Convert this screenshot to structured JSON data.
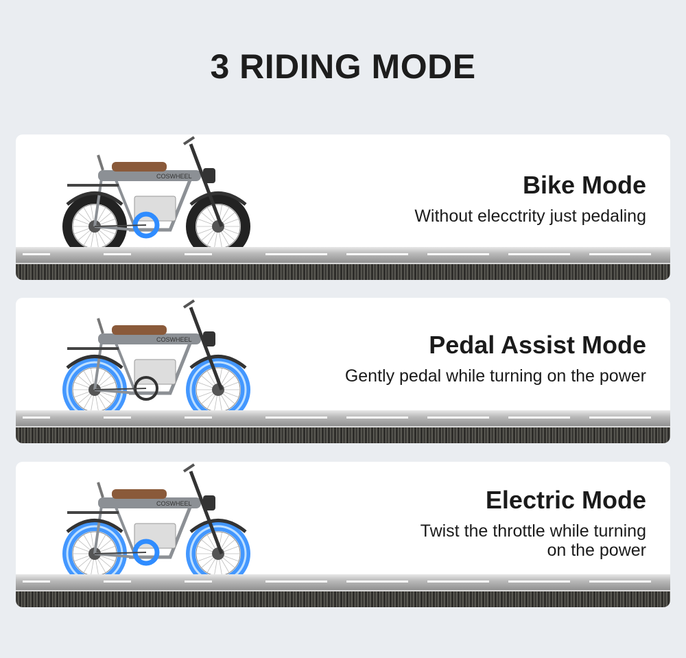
{
  "title": "3 RIDING MODE",
  "brand_logo": "COSWHEEL",
  "colors": {
    "glow": "#2f8cff",
    "seat": "#8a5a3a",
    "frame": "#8c9095",
    "background": "#eaedf1"
  },
  "modes": [
    {
      "name": "Bike Mode",
      "description": "Without elecctrity just pedaling",
      "highlight": "pedals"
    },
    {
      "name": "Pedal Assist Mode",
      "description": "Gently pedal while turning on the power",
      "highlight": "wheels"
    },
    {
      "name": "Electric Mode",
      "description": "Twist the throttle while turning",
      "description_line2": "on the power",
      "highlight": "wheels-and-pedals"
    }
  ]
}
